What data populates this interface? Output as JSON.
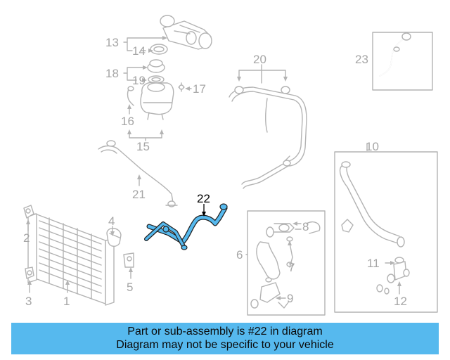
{
  "callouts": {
    "n1": "1",
    "n2": "2",
    "n3": "3",
    "n4": "4",
    "n5": "5",
    "n6": "6",
    "n7": "7",
    "n8": "8",
    "n9": "9",
    "n10": "10",
    "n11": "11",
    "n12": "12",
    "n13": "13",
    "n14": "14",
    "n15": "15",
    "n16": "16",
    "n17": "17",
    "n18": "18",
    "n19": "19",
    "n20": "20",
    "n21": "21",
    "n22": "22",
    "n23": "23"
  },
  "highlight_part": "22",
  "colors": {
    "highlight": "#56b9ee",
    "outline": "#b3b3b3",
    "banner_bg": "#56b9ee"
  },
  "banner": {
    "line1": "Part or sub-assembly is #22 in diagram",
    "line2": "Diagram may not be specific to your vehicle"
  }
}
